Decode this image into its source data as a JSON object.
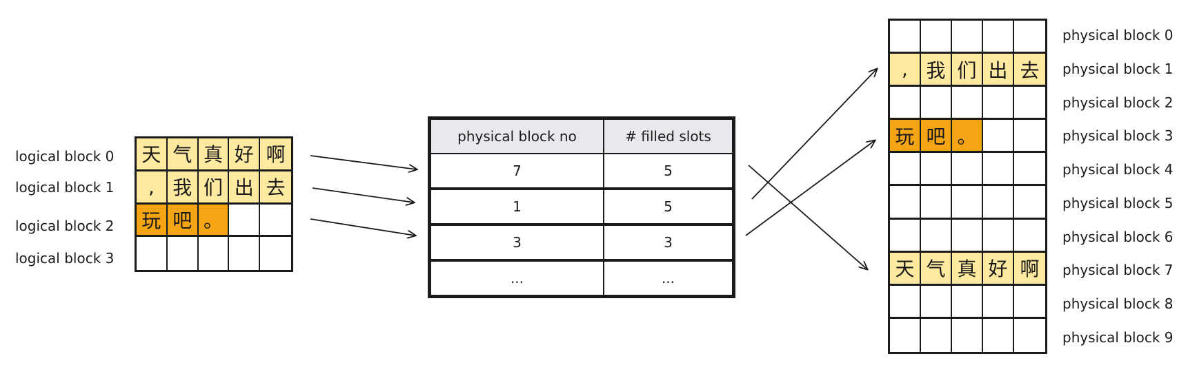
{
  "logical": {
    "labels": [
      "logical block 0",
      "logical block 1",
      "logical block 2",
      "logical block 3"
    ],
    "rows": [
      [
        "天",
        "气",
        "真",
        "好",
        "啊"
      ],
      [
        ",",
        "我",
        "们",
        "出",
        "去"
      ],
      [
        "玩",
        "吧",
        "。",
        "",
        ""
      ],
      [
        "",
        "",
        "",
        "",
        ""
      ]
    ],
    "filled": [
      5,
      5,
      3,
      0
    ]
  },
  "block_table": {
    "headers": [
      "physical block no",
      "# filled slots"
    ],
    "rows": [
      [
        "7",
        "5"
      ],
      [
        "1",
        "5"
      ],
      [
        "3",
        "3"
      ],
      [
        "...",
        "..."
      ]
    ]
  },
  "physical": {
    "labels": [
      "physical block 0",
      "physical block 1",
      "physical block 2",
      "physical block 3",
      "physical block 4",
      "physical block 5",
      "physical block 6",
      "physical block 7",
      "physical block 8",
      "physical block 9"
    ],
    "rows": [
      [
        "",
        "",
        "",
        "",
        ""
      ],
      [
        ",",
        "我",
        "们",
        "出",
        "去"
      ],
      [
        "",
        "",
        "",
        "",
        ""
      ],
      [
        "玩",
        "吧",
        "。",
        "",
        ""
      ],
      [
        "",
        "",
        "",
        "",
        ""
      ],
      [
        "",
        "",
        "",
        "",
        ""
      ],
      [
        "",
        "",
        "",
        "",
        ""
      ],
      [
        "天",
        "气",
        "真",
        "好",
        "啊"
      ],
      [
        "",
        "",
        "",
        "",
        ""
      ],
      [
        "",
        "",
        "",
        "",
        ""
      ]
    ],
    "filled": [
      0,
      5,
      0,
      3,
      0,
      0,
      0,
      5,
      0,
      0
    ]
  },
  "colors": {
    "full": "#fde9a0",
    "partial": "#f5a413",
    "header": "#e7e9ec",
    "stroke": "#1a1a1a"
  }
}
